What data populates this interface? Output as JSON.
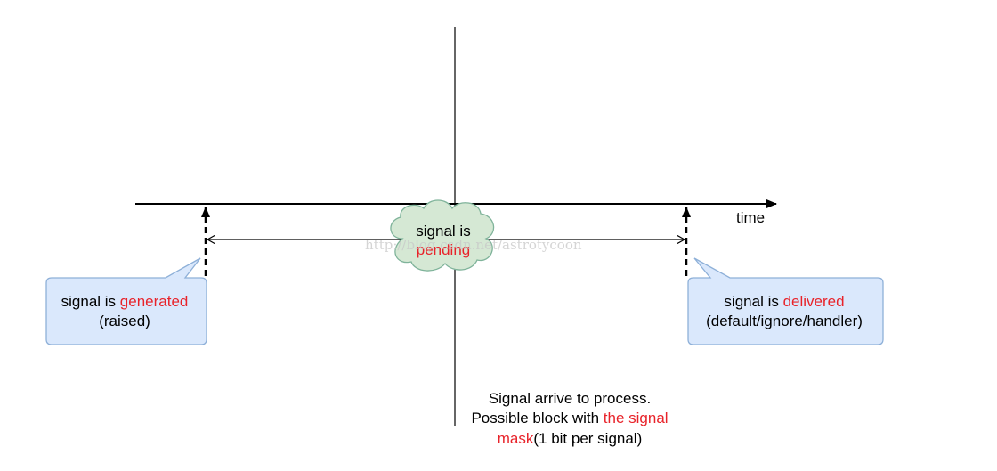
{
  "colors": {
    "line": "#000000",
    "accent_text": "#e8232a",
    "callout_fill": "#dae8fc",
    "callout_stroke": "#8eb0d8",
    "cloud_fill": "#d5e8d4",
    "cloud_stroke": "#7fb39a"
  },
  "timeline": {
    "time_label": "time"
  },
  "pending_cloud": {
    "line1": "signal is",
    "line2": "pending"
  },
  "generated_callout": {
    "prefix": "signal is ",
    "highlight": "generated",
    "line2": "(raised)"
  },
  "delivered_callout": {
    "prefix": "signal is ",
    "highlight": "delivered",
    "line2": "(default/ignore/handler)"
  },
  "arrive_note": {
    "line1": "Signal arrive to process.",
    "line2_prefix": "Possible block with ",
    "line2_highlight": "the signal",
    "line3_highlight": "mask",
    "line3_suffix": "(1 bit per signal)"
  },
  "watermark": {
    "text": "http://blog.csdn.net/astrotycoon"
  }
}
